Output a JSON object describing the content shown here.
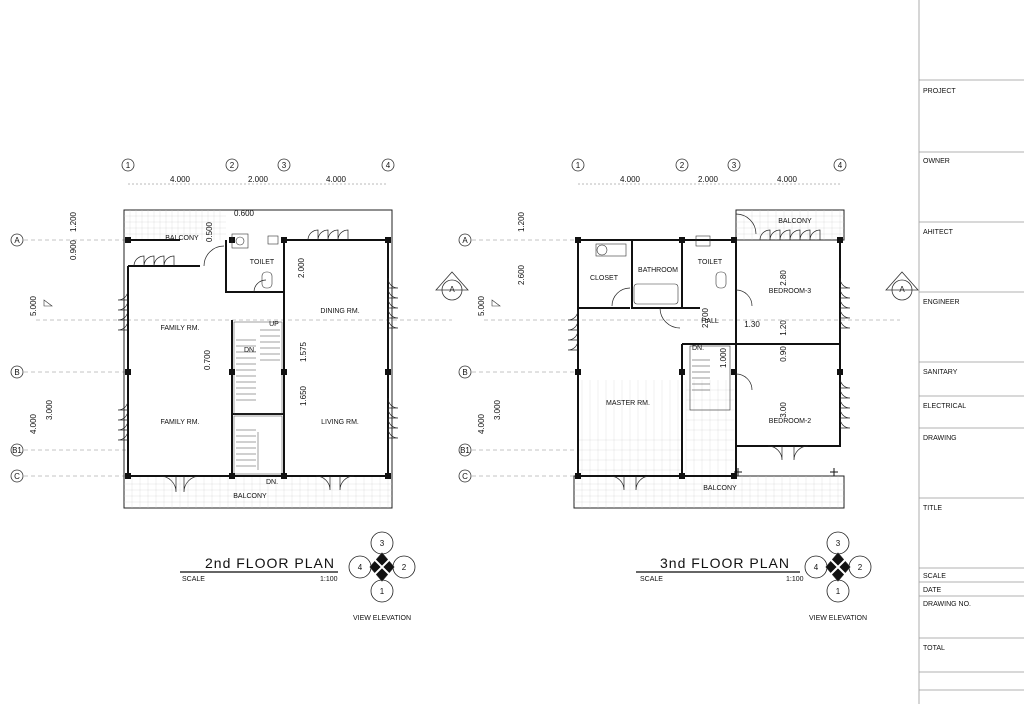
{
  "title_block": {
    "project": "PROJECT",
    "owner": "OWNER",
    "architect": "AHITECT",
    "engineer": "ENGINEER",
    "sanitary": "SANITARY",
    "electrical": "ELECTRICAL",
    "drawing": "DRAWING",
    "title": "TITLE",
    "scale": "SCALE",
    "date": "DATE",
    "drawing_no": "DRAWING NO.",
    "total": "TOTAL"
  },
  "plans": [
    {
      "title": "2nd FLOOR PLAN",
      "scale_label": "SCALE",
      "scale_value": "1:100",
      "view_elevation": "VIEW ELEVATION",
      "grid": {
        "cols": [
          "1",
          "2",
          "3",
          "4"
        ],
        "rows": [
          "A",
          "B",
          "B1",
          "C"
        ]
      },
      "dims_top": [
        "4.000",
        "2.000",
        "4.000"
      ],
      "dims_left": [
        "1.200",
        "0.900",
        "5.000",
        "4.000",
        "3.000"
      ],
      "section_marker": "A",
      "rooms": {
        "balcony_top": "BALCONY",
        "toilet": "TOILET",
        "dining": "DINING RM.",
        "family_upper": "FAMILY RM.",
        "family_lower": "FAMILY RM.",
        "living": "LIVING RM.",
        "balcony_bottom": "BALCONY",
        "up": "UP",
        "dn1": "DN.",
        "dn2": "DN."
      },
      "inner_dims": [
        "0.600",
        "0.500",
        "2.000",
        "0.700",
        "1.575",
        "1.650"
      ],
      "elevation_marks": [
        "3",
        "2",
        "1",
        "4"
      ]
    },
    {
      "title": "3nd FLOOR PLAN",
      "scale_label": "SCALE",
      "scale_value": "1:100",
      "view_elevation": "VIEW ELEVATION",
      "grid": {
        "cols": [
          "1",
          "2",
          "3",
          "4"
        ],
        "rows": [
          "A",
          "B",
          "B1",
          "C"
        ]
      },
      "dims_top": [
        "4.000",
        "2.000",
        "4.000"
      ],
      "dims_left": [
        "1.200",
        "2.600",
        "5.000",
        "4.000",
        "3.000"
      ],
      "section_marker": "A",
      "rooms": {
        "balcony_top": "BALCONY",
        "closet": "CLOSET",
        "bathroom": "BATHROOM",
        "toilet": "TOILET",
        "bedroom3": "BEDROOM-3",
        "hall": "HALL",
        "master": "MASTER RM.",
        "bedroom2": "BEDROOM-2",
        "balcony_bottom": "BALCONY",
        "dn": "DN."
      },
      "inner_dims": [
        "2.80",
        "1.30",
        "2.700",
        "1.20",
        "1.000",
        "0.90",
        "3.00"
      ],
      "elevation_marks": [
        "3",
        "2",
        "1",
        "4"
      ]
    }
  ]
}
